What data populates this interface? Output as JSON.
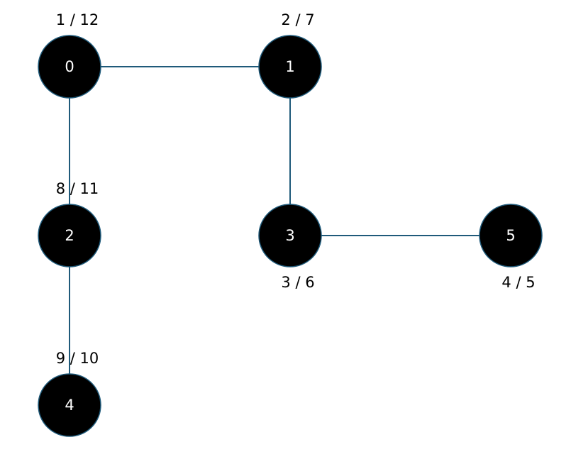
{
  "graph": {
    "nodes": [
      {
        "id": "0",
        "label": "0",
        "times": "1 / 12"
      },
      {
        "id": "1",
        "label": "1",
        "times": "2 / 7"
      },
      {
        "id": "2",
        "label": "2",
        "times": "8 / 11"
      },
      {
        "id": "3",
        "label": "3",
        "times": "3 / 6"
      },
      {
        "id": "4",
        "label": "4",
        "times": "9 / 10"
      },
      {
        "id": "5",
        "label": "5",
        "times": "4 / 5"
      }
    ],
    "edges": [
      {
        "from": "0",
        "to": "1"
      },
      {
        "from": "0",
        "to": "2"
      },
      {
        "from": "1",
        "to": "3"
      },
      {
        "from": "3",
        "to": "5"
      },
      {
        "from": "2",
        "to": "4"
      }
    ]
  },
  "colors": {
    "node_fill": "#000000",
    "edge": "#1f5a7a",
    "node_text": "#ffffff",
    "time_text": "#000000"
  }
}
